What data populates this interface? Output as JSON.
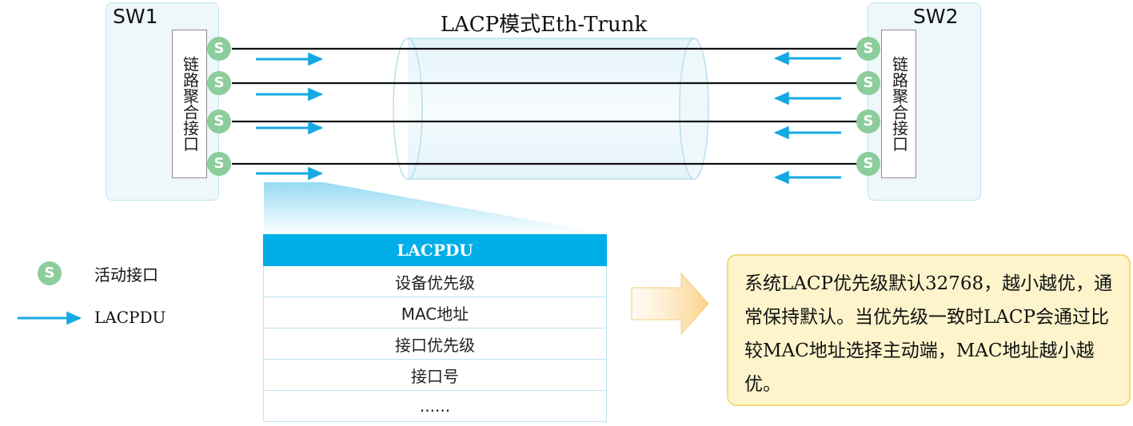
{
  "title": "LACP模式Eth-Trunk",
  "switches": [
    {
      "name": "SW1",
      "aggregate_label": "链路聚合接口"
    },
    {
      "name": "SW2",
      "aggregate_label": "链路聚合接口"
    }
  ],
  "port_glyph": "S",
  "port_count_per_switch": 4,
  "pdu": {
    "header": "LACPDU",
    "fields": [
      "设备优先级",
      "MAC地址",
      "接口优先级",
      "接口号",
      "......"
    ]
  },
  "legend": {
    "active_port": {
      "glyph": "S",
      "label": "活动接口"
    },
    "lacpdu": {
      "label": "LACPDU"
    }
  },
  "note": "系统LACP优先级默认32768，越小越优，通常保持默认。当优先级一致时LACP会通过比较MAC地址选择主动端，MAC地址越小越优。",
  "colors": {
    "switch_bg": "#eef8fb",
    "port_green": "#8ccd9c",
    "arrow_blue": "#15a9e3",
    "pdu_header": "#00aee9",
    "note_bg": "#fdf4cc",
    "note_border": "#f5d879"
  }
}
